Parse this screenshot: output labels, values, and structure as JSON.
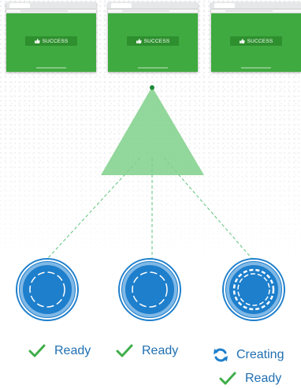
{
  "screens": [
    {
      "badge_text": "SUCCESS"
    },
    {
      "badge_text": "SUCCESS"
    },
    {
      "badge_text": "SUCCESS"
    }
  ],
  "nodes": [
    {
      "state": "ready",
      "label": "Ready"
    },
    {
      "state": "ready",
      "label": "Ready"
    },
    {
      "state": "creating",
      "label": "Creating"
    },
    {
      "state": "ready",
      "label": "Ready"
    }
  ],
  "colors": {
    "screen_bg": "#3faa3f",
    "badge_bg": "#2e8f2e",
    "triangle": "#7fd08a",
    "connector": "#4cbf6a",
    "node_blue": "#1e7fcc",
    "check": "#3fae4a",
    "status_text": "#1f6fb2"
  },
  "icons": [
    "thumbs-up-icon",
    "check-icon",
    "refresh-icon"
  ]
}
